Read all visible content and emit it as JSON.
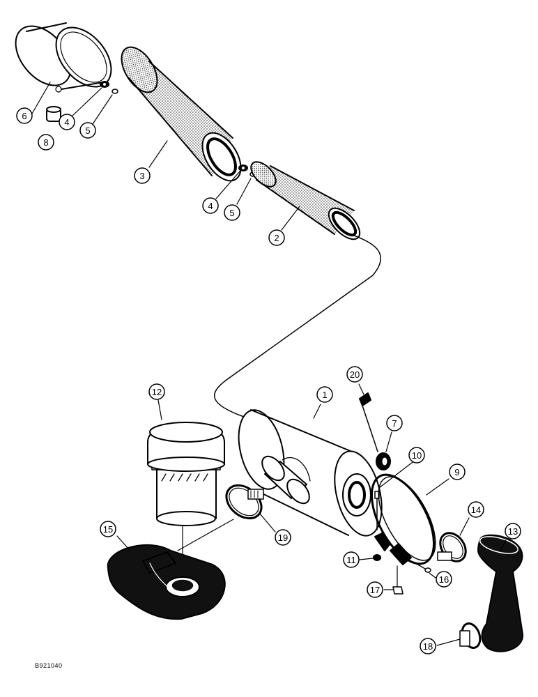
{
  "figure": {
    "reference_code": "B921040"
  },
  "callouts": {
    "c1": "1",
    "c2": "2",
    "c3": "3",
    "c4a": "4",
    "c4b": "4",
    "c5a": "5",
    "c5b": "5",
    "c6": "6",
    "c7": "7",
    "c8": "8",
    "c9": "9",
    "c10": "10",
    "c11": "11",
    "c12": "12",
    "c13": "13",
    "c14": "14",
    "c15": "15",
    "c16": "16",
    "c17": "17",
    "c18": "18",
    "c19": "19",
    "c20": "20"
  },
  "parts": [
    {
      "callout": "1",
      "icon": "air-cleaner-housing-icon"
    },
    {
      "callout": "2",
      "icon": "inner-filter-element-icon"
    },
    {
      "callout": "3",
      "icon": "outer-filter-element-icon"
    },
    {
      "callout": "4",
      "icon": "wing-nut-icon"
    },
    {
      "callout": "5",
      "icon": "washer-icon"
    },
    {
      "callout": "6",
      "icon": "end-cover-icon"
    },
    {
      "callout": "7",
      "icon": "restriction-indicator-icon"
    },
    {
      "callout": "8",
      "icon": "dust-valve-icon"
    },
    {
      "callout": "9",
      "icon": "mounting-band-icon"
    },
    {
      "callout": "10",
      "icon": "bolt-icon"
    },
    {
      "callout": "11",
      "icon": "nut-icon"
    },
    {
      "callout": "12",
      "icon": "precleaner-icon"
    },
    {
      "callout": "13",
      "icon": "hose-icon"
    },
    {
      "callout": "14",
      "icon": "hose-clamp-icon"
    },
    {
      "callout": "15",
      "icon": "adapter-icon"
    },
    {
      "callout": "16",
      "icon": "screw-icon"
    },
    {
      "callout": "17",
      "icon": "nut-icon"
    },
    {
      "callout": "18",
      "icon": "hose-clamp-icon"
    },
    {
      "callout": "19",
      "icon": "hose-clamp-icon"
    },
    {
      "callout": "20",
      "icon": "fitting-icon"
    }
  ]
}
